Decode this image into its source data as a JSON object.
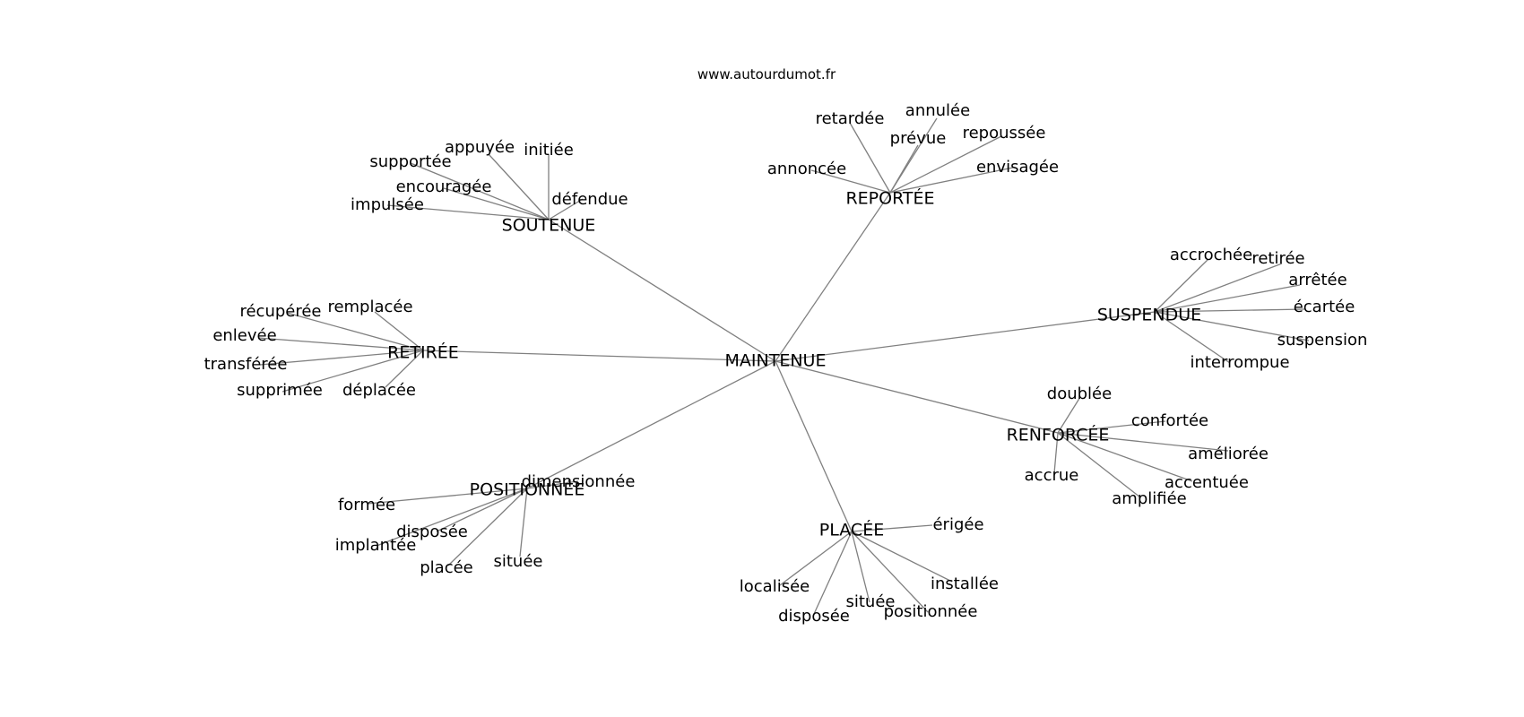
{
  "site": "www.autourdumot.fr",
  "center": "MAINTENUE",
  "edge_color": "#808080",
  "text_color": "#000000",
  "groups": [
    {
      "id": "soutenue",
      "label": "SOUTENUE",
      "leaves": [
        {
          "id": "appuyee",
          "label": "appuyée"
        },
        {
          "id": "initiee",
          "label": "initiée"
        },
        {
          "id": "supportee",
          "label": "supportée"
        },
        {
          "id": "encouragee",
          "label": "encouragée"
        },
        {
          "id": "defendue",
          "label": "défendue"
        },
        {
          "id": "impulsee",
          "label": "impulsée"
        }
      ]
    },
    {
      "id": "reportee",
      "label": "REPORTÉE",
      "leaves": [
        {
          "id": "annulee",
          "label": "annulée"
        },
        {
          "id": "retardee",
          "label": "retardée"
        },
        {
          "id": "prevue",
          "label": "prévue"
        },
        {
          "id": "repoussee",
          "label": "repoussée"
        },
        {
          "id": "annoncee",
          "label": "annoncée"
        },
        {
          "id": "envisagee",
          "label": "envisagée"
        }
      ]
    },
    {
      "id": "suspendue",
      "label": "SUSPENDUE",
      "leaves": [
        {
          "id": "accrochee",
          "label": "accrochée"
        },
        {
          "id": "retiree-s",
          "label": "retirée"
        },
        {
          "id": "arretee",
          "label": "arrêtée"
        },
        {
          "id": "ecartee",
          "label": "écartée"
        },
        {
          "id": "suspension",
          "label": "suspension"
        },
        {
          "id": "interrompue",
          "label": "interrompue"
        }
      ]
    },
    {
      "id": "retiree",
      "label": "RETIRÉE",
      "leaves": [
        {
          "id": "remplacee",
          "label": "remplacée"
        },
        {
          "id": "recuperee",
          "label": "récupérée"
        },
        {
          "id": "enlevee",
          "label": "enlevée"
        },
        {
          "id": "transferee",
          "label": "transférée"
        },
        {
          "id": "supprimee",
          "label": "supprimée"
        },
        {
          "id": "deplacee",
          "label": "déplacée"
        }
      ]
    },
    {
      "id": "renforcee",
      "label": "RENFORCÉE",
      "leaves": [
        {
          "id": "doublee",
          "label": "doublée"
        },
        {
          "id": "confortee",
          "label": "confortée"
        },
        {
          "id": "amelioree",
          "label": "améliorée"
        },
        {
          "id": "accrue",
          "label": "accrue"
        },
        {
          "id": "accentuee",
          "label": "accentuée"
        },
        {
          "id": "amplifiee",
          "label": "amplifiée"
        }
      ]
    },
    {
      "id": "positionnee",
      "label": "POSITIONNÉE",
      "leaves": [
        {
          "id": "dimensionnee",
          "label": "dimensionnée"
        },
        {
          "id": "formee",
          "label": "formée"
        },
        {
          "id": "disposee-p",
          "label": "disposée"
        },
        {
          "id": "implantee",
          "label": "implantée"
        },
        {
          "id": "placee",
          "label": "placée"
        },
        {
          "id": "situee-p",
          "label": "située"
        }
      ]
    },
    {
      "id": "placee",
      "label": "PLACÉE",
      "leaves": [
        {
          "id": "erigee",
          "label": "érigée"
        },
        {
          "id": "installee",
          "label": "installée"
        },
        {
          "id": "localisee",
          "label": "localisée"
        },
        {
          "id": "situee-pl",
          "label": "située"
        },
        {
          "id": "positionnee-pl",
          "label": "positionnée"
        },
        {
          "id": "disposee-pl",
          "label": "disposée"
        }
      ]
    }
  ]
}
